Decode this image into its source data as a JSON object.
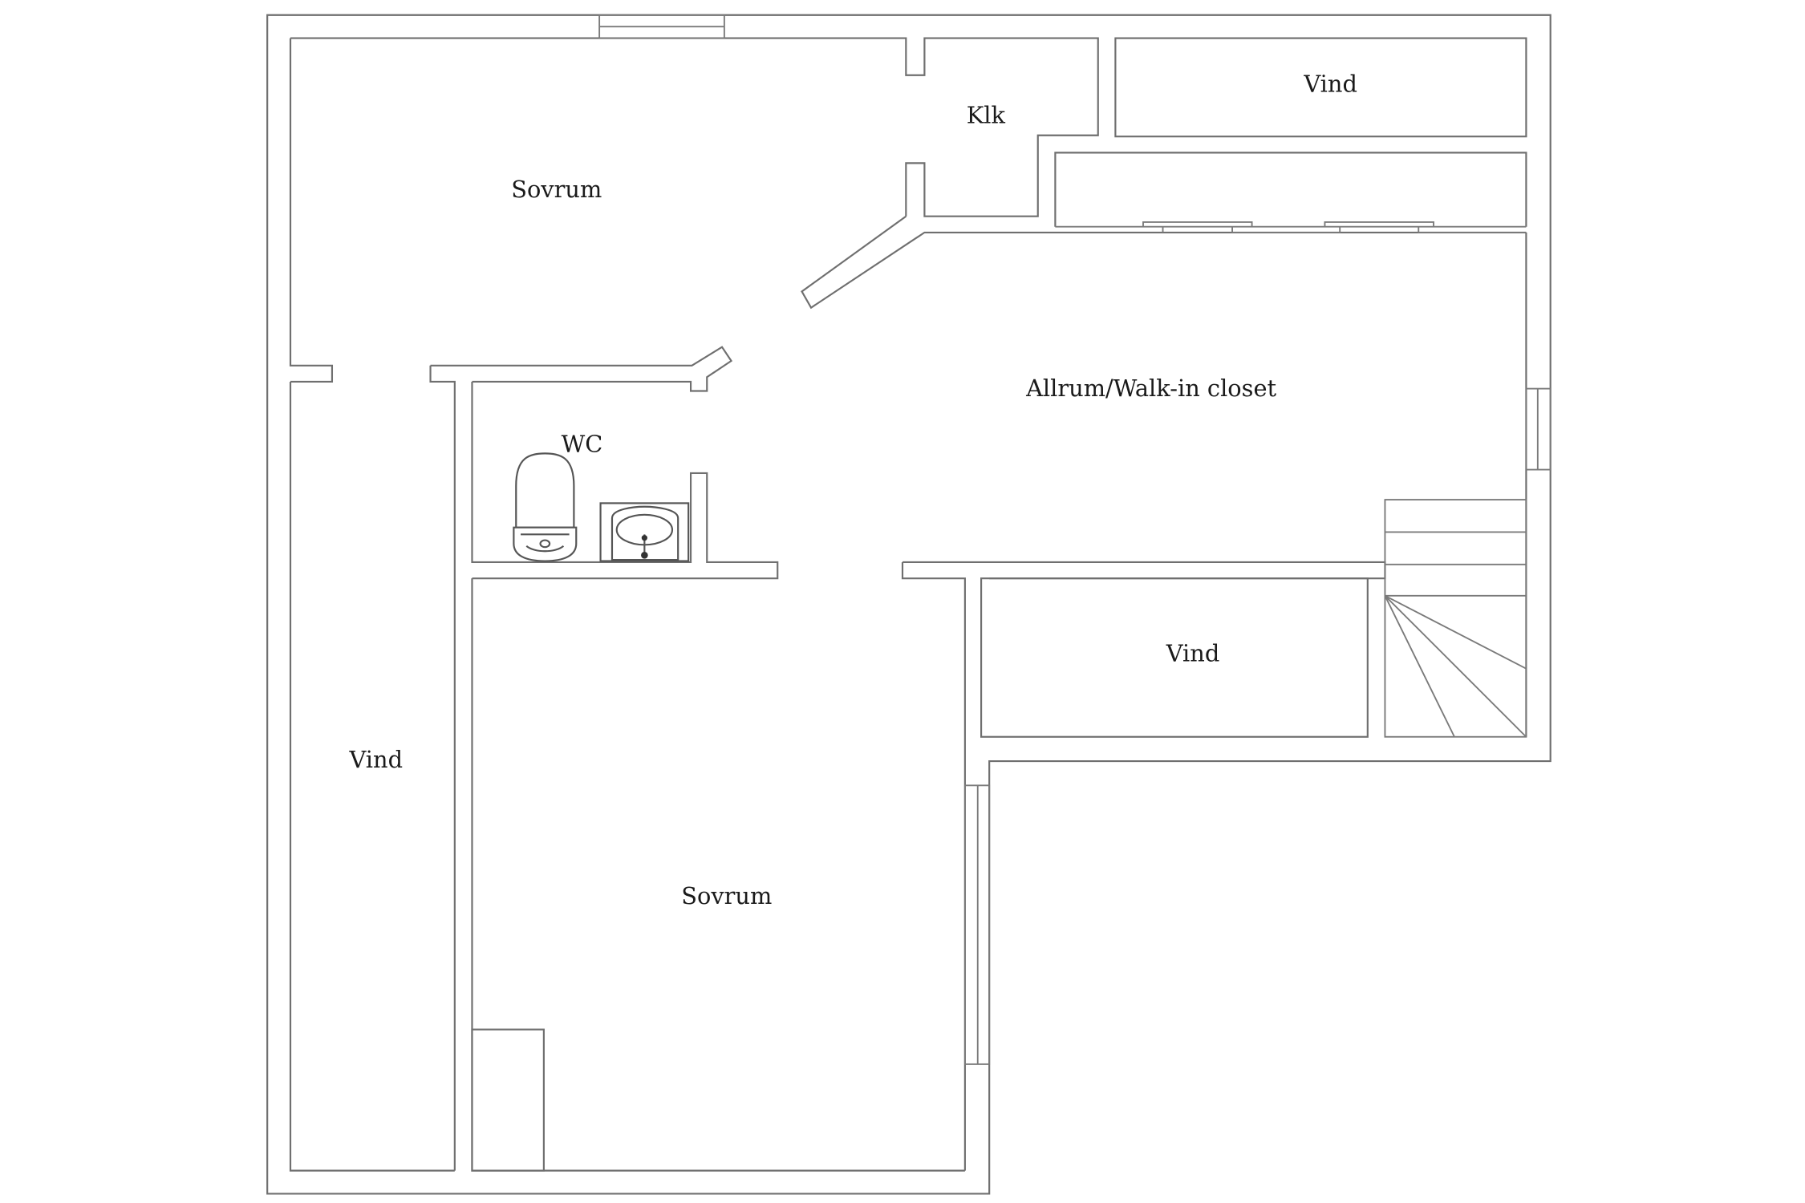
{
  "rooms": {
    "sovrum_top": "Sovrum",
    "klk": "Klk",
    "vind_top": "Vind",
    "allrum": "Allrum/Walk-in closet",
    "wc": "WC",
    "vind_left": "Vind",
    "vind_right": "Vind",
    "sovrum_bottom": "Sovrum"
  },
  "colors": {
    "wall": "#6f6f6f",
    "background": "#ffffff",
    "label": "#1a1a1a"
  }
}
